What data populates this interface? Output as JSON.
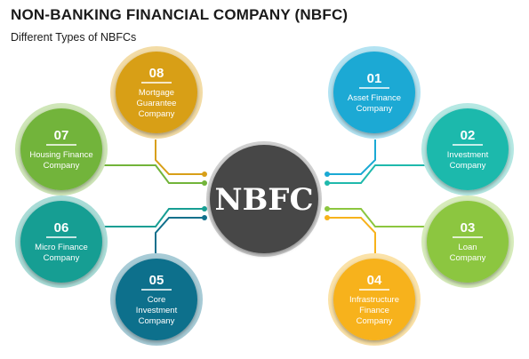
{
  "header": {
    "title": "NON-BANKING FINANCIAL COMPANY (NBFC)",
    "subtitle": "Different Types of NBFCs"
  },
  "center": {
    "label": "NBFC",
    "color": "#474747"
  },
  "nodes": [
    {
      "num": "01",
      "lines": [
        "Asset Finance",
        "Company"
      ],
      "color": "#1aa9d4",
      "ring": "#b3e3f2"
    },
    {
      "num": "02",
      "lines": [
        "Investment",
        "Company"
      ],
      "color": "#1fb9ac",
      "ring": "#b5e8e3"
    },
    {
      "num": "03",
      "lines": [
        "Loan",
        "Company"
      ],
      "color": "#8cc63f",
      "ring": "#d7ecbb"
    },
    {
      "num": "04",
      "lines": [
        "Infrastructure",
        "Finance",
        "Company"
      ],
      "color": "#f7b21b",
      "ring": "#fbe2a8"
    },
    {
      "num": "05",
      "lines": [
        "Core",
        "Investment",
        "Company"
      ],
      "color": "#11708c",
      "ring": "#a7cbd6"
    },
    {
      "num": "06",
      "lines": [
        "Micro Finance",
        "Company"
      ],
      "color": "#179e93",
      "ring": "#a9dcd7"
    },
    {
      "num": "07",
      "lines": [
        "Housing Finance",
        "Company"
      ],
      "color": "#72b43a",
      "ring": "#cfe6b8"
    },
    {
      "num": "08",
      "lines": [
        "Mortgage",
        "Guarantee",
        "Company"
      ],
      "color": "#d89f18",
      "ring": "#f3dca6"
    }
  ]
}
